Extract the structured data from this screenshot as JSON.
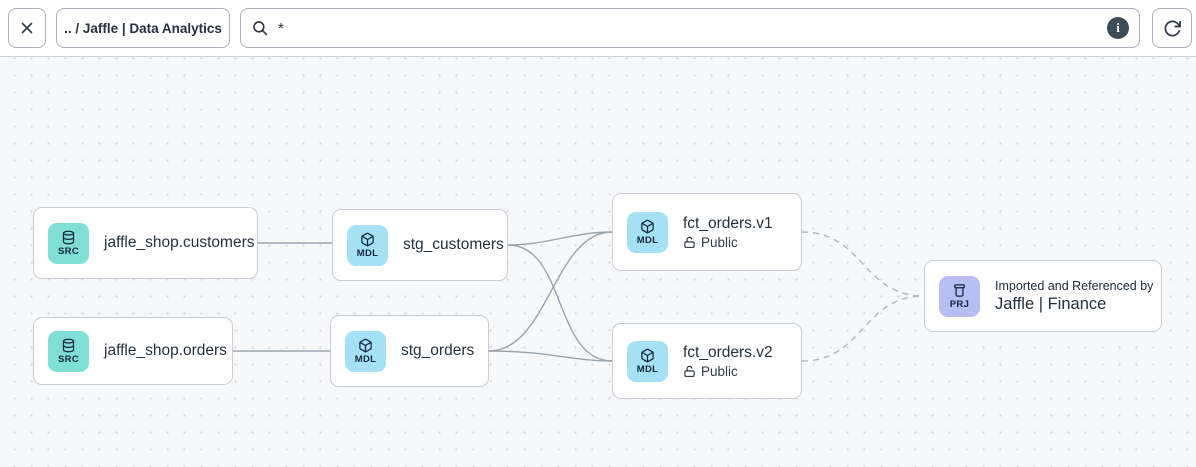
{
  "toolbar": {
    "breadcrumb": ".. / Jaffle | Data Analytics",
    "search_value": "*",
    "info_glyph": "i",
    "icons": {
      "close": "close-x",
      "search": "magnifier",
      "info": "info-circle",
      "refresh": "clockwise-arrow"
    }
  },
  "canvas": {
    "nodes": [
      {
        "id": "jaffle_shop.customers",
        "type": "SRC",
        "label": "jaffle_shop.customers"
      },
      {
        "id": "jaffle_shop.orders",
        "type": "SRC",
        "label": "jaffle_shop.orders"
      },
      {
        "id": "stg_customers",
        "type": "MDL",
        "label": "stg_customers"
      },
      {
        "id": "stg_orders",
        "type": "MDL",
        "label": "stg_orders"
      },
      {
        "id": "fct_orders.v1",
        "type": "MDL",
        "label": "fct_orders.v1",
        "access": "Public"
      },
      {
        "id": "fct_orders.v2",
        "type": "MDL",
        "label": "fct_orders.v2",
        "access": "Public"
      },
      {
        "id": "jaffle_finance",
        "type": "PRJ",
        "sublabel": "Imported and Referenced by",
        "label": "Jaffle | Finance"
      }
    ],
    "edges": [
      {
        "from": "jaffle_shop.customers",
        "to": "stg_customers",
        "style": "solid"
      },
      {
        "from": "jaffle_shop.orders",
        "to": "stg_orders",
        "style": "solid"
      },
      {
        "from": "stg_customers",
        "to": "fct_orders.v1",
        "style": "solid"
      },
      {
        "from": "stg_customers",
        "to": "fct_orders.v2",
        "style": "solid"
      },
      {
        "from": "stg_orders",
        "to": "fct_orders.v1",
        "style": "solid"
      },
      {
        "from": "stg_orders",
        "to": "fct_orders.v2",
        "style": "solid"
      },
      {
        "from": "fct_orders.v1",
        "to": "jaffle_finance",
        "style": "dashed"
      },
      {
        "from": "fct_orders.v2",
        "to": "jaffle_finance",
        "style": "dashed"
      }
    ]
  },
  "colors": {
    "src_icon_bg": "#7FDFD6",
    "mdl_icon_bg": "#A5E1F5",
    "prj_icon_bg": "#B7BEF4",
    "node_border": "#C7CDD5",
    "node_text": "#233040",
    "edge_solid": "#9AA4B0",
    "edge_dashed": "#AEB5BF",
    "canvas_bg": "#F7F8F9",
    "toolbar_bg": "#FFFFFF",
    "info_badge_bg": "#3D4A5A"
  }
}
